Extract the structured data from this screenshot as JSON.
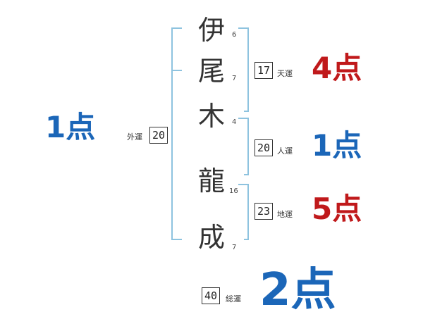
{
  "name": {
    "chars": [
      {
        "char": "伊",
        "strokes": "6"
      },
      {
        "char": "尾",
        "strokes": "7"
      },
      {
        "char": "木",
        "strokes": "4"
      },
      {
        "char": "龍",
        "strokes": "16"
      },
      {
        "char": "成",
        "strokes": "7"
      }
    ]
  },
  "fortunes": {
    "gaiun": {
      "label": "外運",
      "value": "20",
      "score": "1点",
      "color": "#1b66b8"
    },
    "tenun": {
      "label": "天運",
      "value": "17",
      "score": "4点",
      "color": "#c0191b"
    },
    "jinun": {
      "label": "人運",
      "value": "20",
      "score": "1点",
      "color": "#1b66b8"
    },
    "chiun": {
      "label": "地運",
      "value": "23",
      "score": "5点",
      "color": "#c0191b"
    },
    "souun": {
      "label": "総運",
      "value": "40",
      "score": "2点",
      "color": "#1b66b8"
    }
  },
  "colors": {
    "bracket": "#8ec3df"
  }
}
